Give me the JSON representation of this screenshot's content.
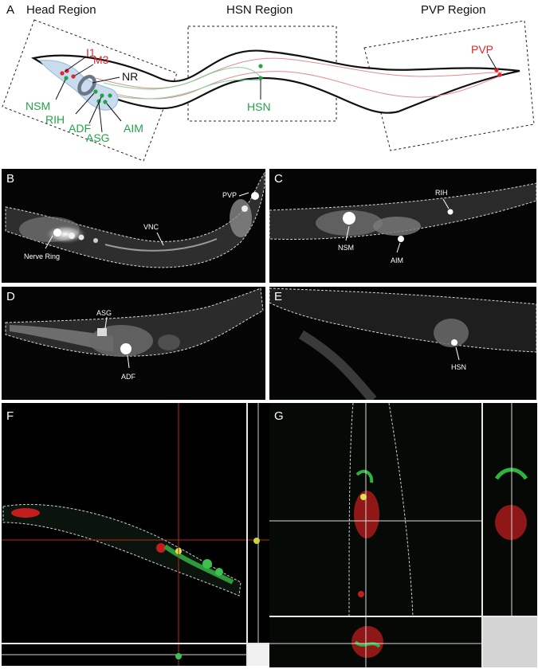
{
  "panels": {
    "a": {
      "letter": "A",
      "regions": {
        "head": "Head Region",
        "hsn": "HSN Region",
        "pvp": "PVP Region"
      },
      "neurons": {
        "i1": "I1",
        "m3": "M3",
        "nr": "NR",
        "nsm": "NSM",
        "rih": "RIH",
        "adf": "ADF",
        "asg": "ASG",
        "aim": "AIM",
        "hsn": "HSN",
        "pvp": "PVP"
      }
    },
    "b": {
      "letter": "B",
      "labels": {
        "pvp": "PVP",
        "vnc": "VNC",
        "nerve_ring": "Nerve Ring"
      }
    },
    "c": {
      "letter": "C",
      "labels": {
        "rih": "RIH",
        "nsm": "NSM",
        "aim": "AIM"
      }
    },
    "d": {
      "letter": "D",
      "labels": {
        "asg": "ASG",
        "adf": "ADF"
      }
    },
    "e": {
      "letter": "E",
      "labels": {
        "hsn": "HSN"
      }
    },
    "f": {
      "letter": "F"
    },
    "g": {
      "letter": "G"
    }
  },
  "colors": {
    "red_neuron": "#e0262b",
    "green_neuron": "#22a447",
    "pharynx_fill": "#c9dcef",
    "nerve_ring": "#6b7785",
    "label_black": "#111111"
  }
}
